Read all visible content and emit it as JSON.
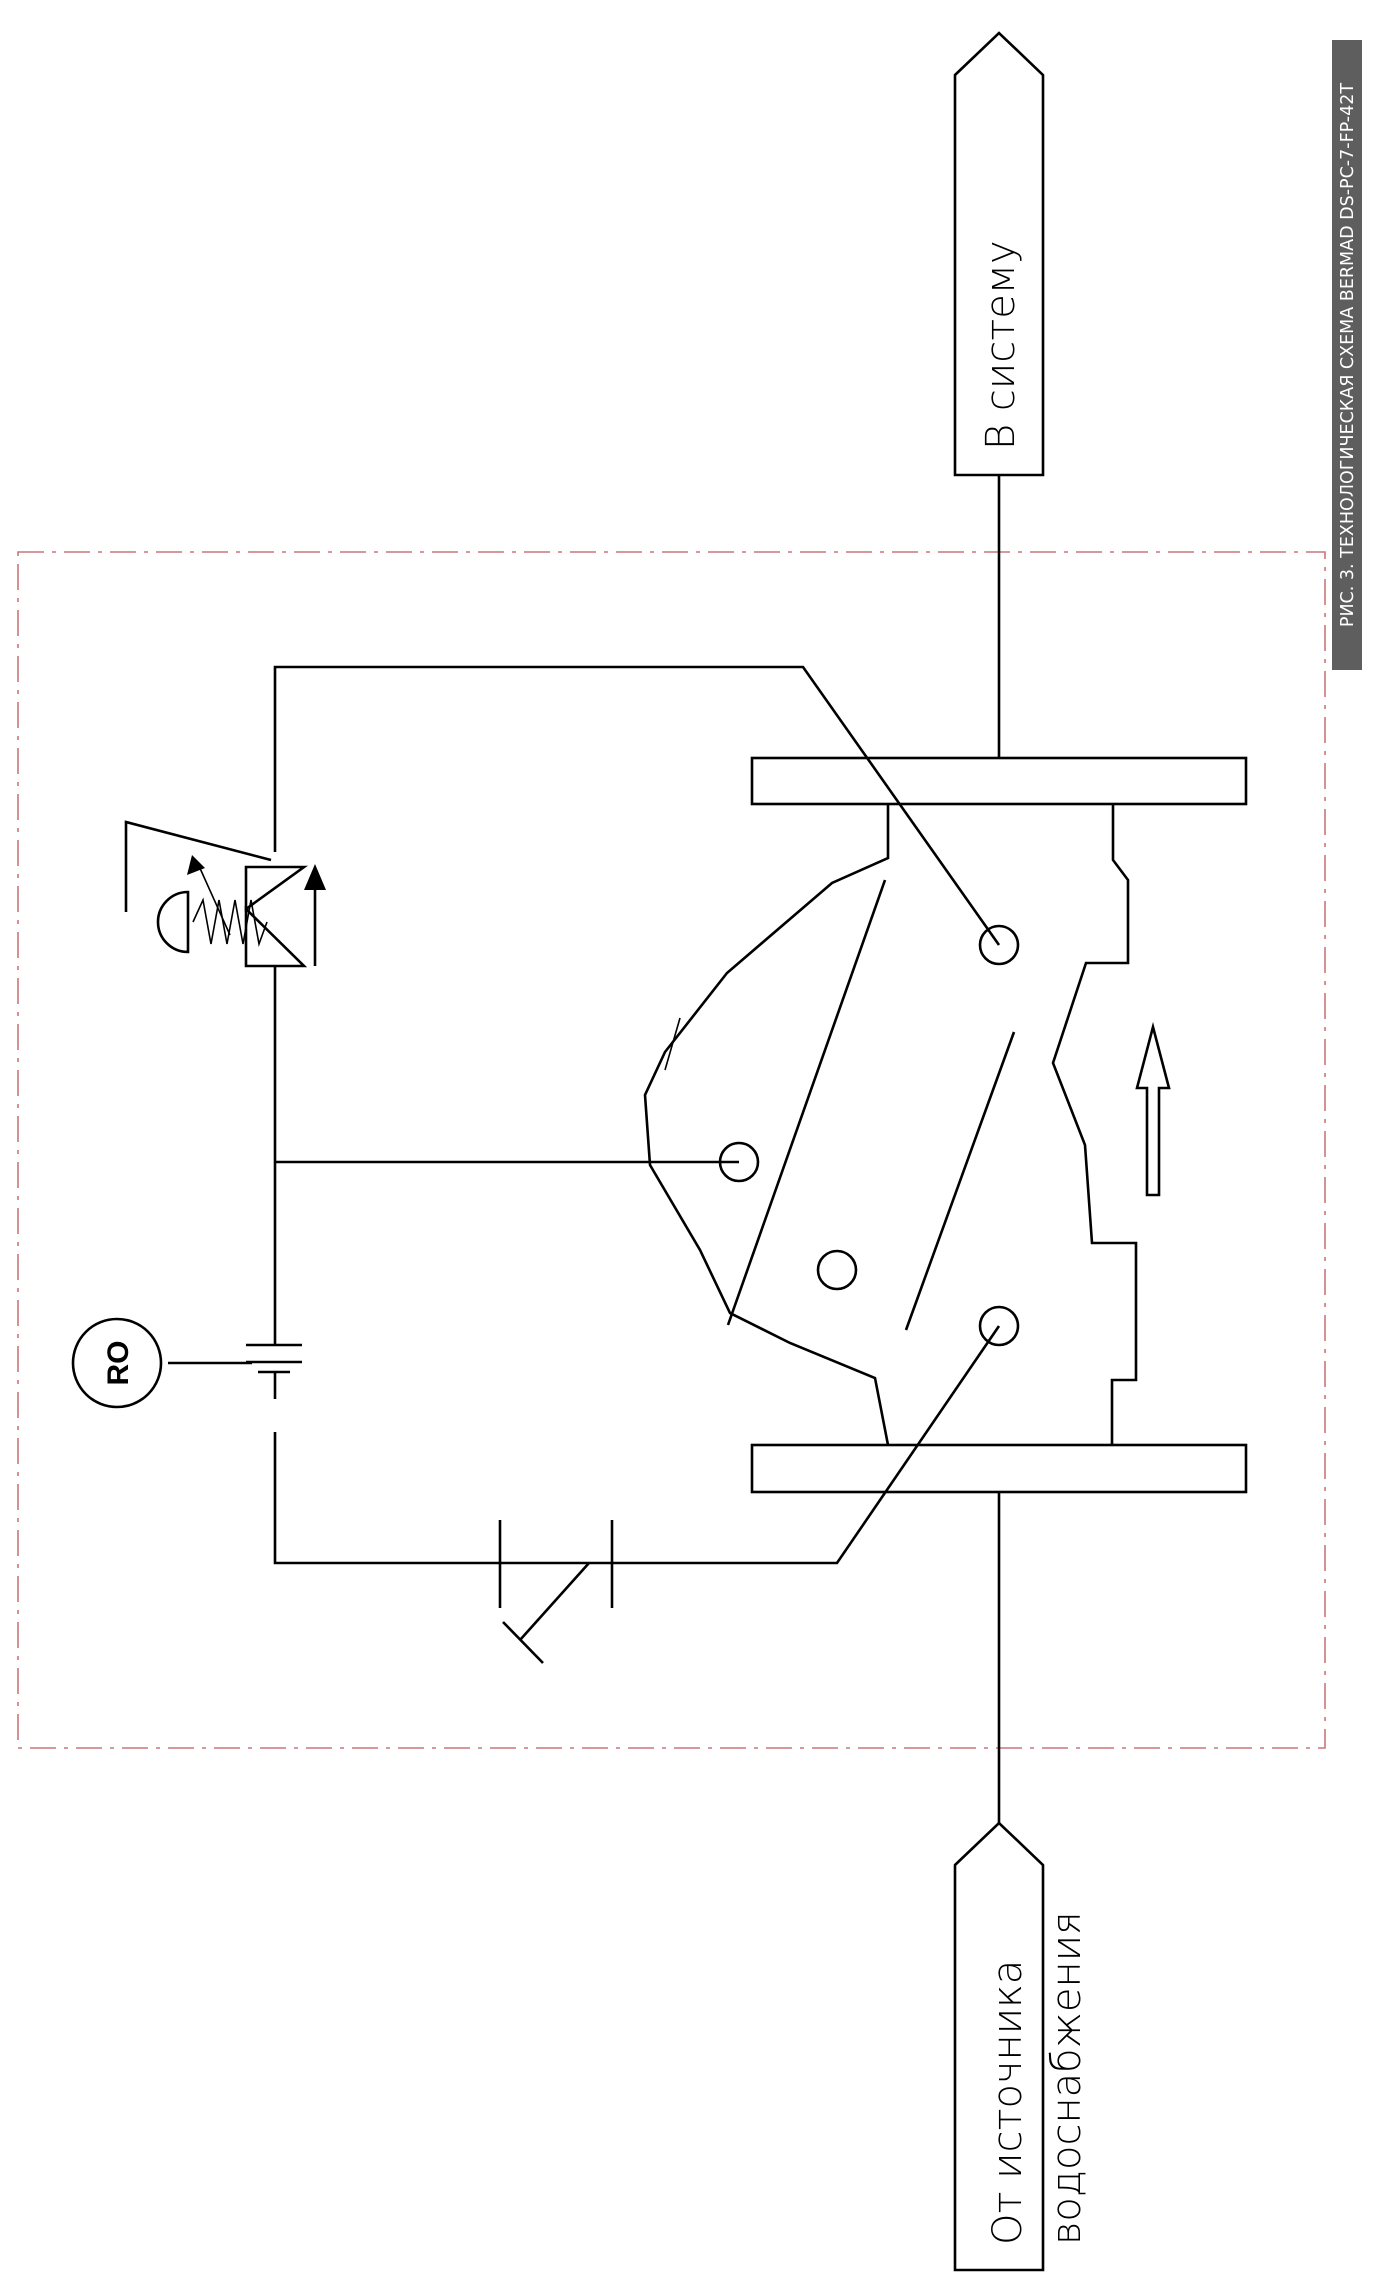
{
  "caption": "РИС. 3. ТЕХНОЛОГИЧЕСКАЯ СХЕМА BERMAD  DS-PC-7-FP-42T",
  "outlet": {
    "label": "В систему"
  },
  "inlet": {
    "line1": "От источника",
    "line2": "водоснабжения"
  },
  "orifice": {
    "label": "RO"
  },
  "colors": {
    "boundary": "#c9777b",
    "caption_bg": "#5e5e5e",
    "lines": "#000000"
  }
}
